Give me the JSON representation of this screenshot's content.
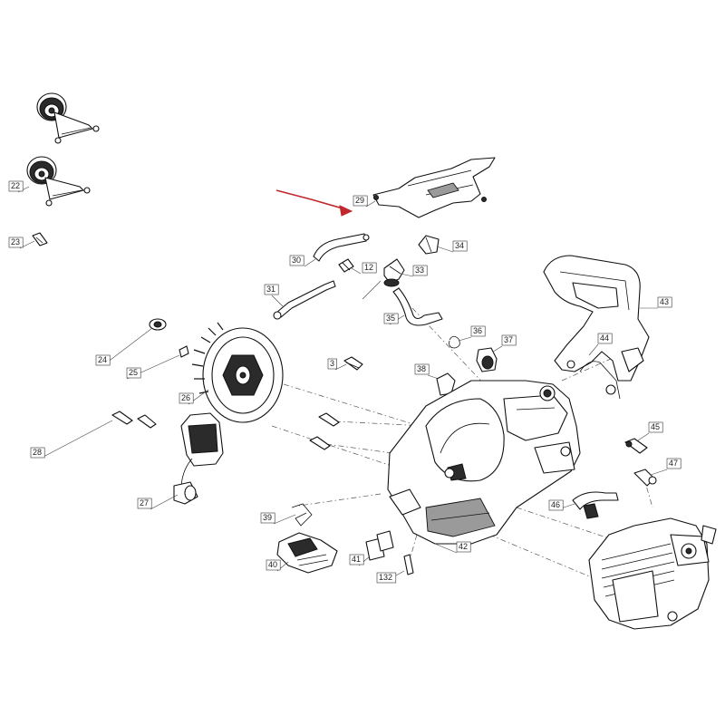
{
  "callouts": [
    {
      "id": "c22",
      "text": "22"
    },
    {
      "id": "c23",
      "text": "23"
    },
    {
      "id": "c29",
      "text": "29"
    },
    {
      "id": "c30",
      "text": "30"
    },
    {
      "id": "c12",
      "text": "12"
    },
    {
      "id": "c33",
      "text": "33"
    },
    {
      "id": "c34",
      "text": "34"
    },
    {
      "id": "c31",
      "text": "31"
    },
    {
      "id": "c35",
      "text": "35"
    },
    {
      "id": "c36",
      "text": "36"
    },
    {
      "id": "c37",
      "text": "37"
    },
    {
      "id": "c43",
      "text": "43"
    },
    {
      "id": "c44",
      "text": "44"
    },
    {
      "id": "c24",
      "text": "24"
    },
    {
      "id": "c25",
      "text": "25"
    },
    {
      "id": "c26",
      "text": "26"
    },
    {
      "id": "c3",
      "text": "3"
    },
    {
      "id": "c38",
      "text": "38"
    },
    {
      "id": "c28",
      "text": "28"
    },
    {
      "id": "c27",
      "text": "27"
    },
    {
      "id": "c45",
      "text": "45"
    },
    {
      "id": "c47",
      "text": "47"
    },
    {
      "id": "c46",
      "text": "46"
    },
    {
      "id": "c39",
      "text": "39"
    },
    {
      "id": "c42",
      "text": "42"
    },
    {
      "id": "c40",
      "text": "40"
    },
    {
      "id": "c41",
      "text": "41"
    },
    {
      "id": "c132",
      "text": "132"
    }
  ],
  "colors": {
    "arrow": "#c0282d",
    "line": "#111111"
  }
}
